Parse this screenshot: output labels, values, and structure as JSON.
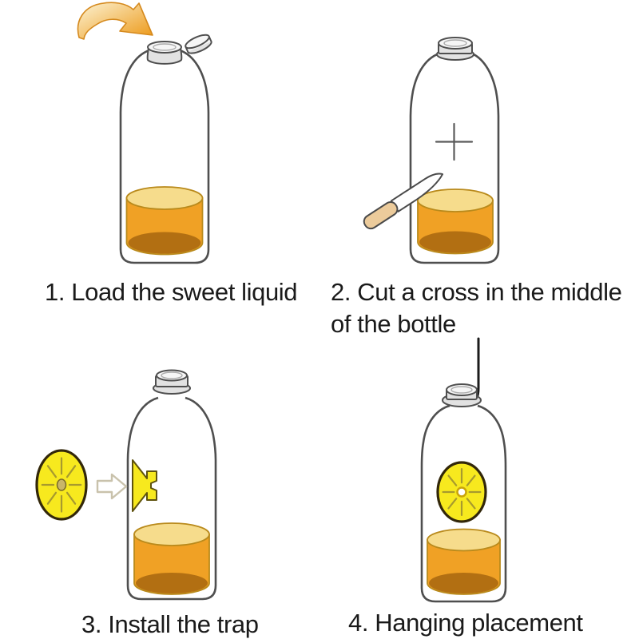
{
  "page": {
    "background": "#FFFFFF"
  },
  "colors": {
    "background": "#FFFFFF",
    "text": "#1A1A1A",
    "bottle-stroke": "#4F4F4F",
    "cap-fill": "#F6F6F6",
    "cap-shade": "#E2E2E2",
    "liquid-top": "#F6DC8C",
    "liquid-body": "#F0A125",
    "liquid-bottom": "#B26F12",
    "liquid-stroke": "#B98A1C",
    "arrow-tail": "#FCF3D4",
    "arrow-head": "#EC9715",
    "arrow-stroke": "#D5891D",
    "trap-fill": "#F7E91E",
    "trap-stroke": "#32270A",
    "trap-rays": "#A79A2E",
    "trap-hub": "#C9B568",
    "knife-blade": "#FEFEFE",
    "knife-handle": "#ECCB9B",
    "knife-stroke": "#4A4A4A",
    "cross-stroke": "#5A5A5A",
    "white-arrow-stroke": "#C9C2AC",
    "string": "#1C1C1C"
  },
  "steps": [
    {
      "number": "1",
      "caption_lines": [
        "1. Load the sweet liquid"
      ],
      "icons": [
        "pour-arrow-icon",
        "open-bottle-mouth-icon",
        "floating-cap-icon",
        "bottle-icon",
        "sweet-liquid-icon"
      ]
    },
    {
      "number": "2",
      "caption_lines": [
        "2. Cut a cross in the middle",
        "of the bottle"
      ],
      "icons": [
        "capped-bottle-icon",
        "cross-cut-mark-icon",
        "knife-icon",
        "sweet-liquid-icon"
      ]
    },
    {
      "number": "3",
      "caption_lines": [
        "3. Install the trap"
      ],
      "icons": [
        "trap-disc-icon",
        "insert-arrow-icon",
        "funnel-trap-icon",
        "capped-bottle-icon",
        "sweet-liquid-icon"
      ]
    },
    {
      "number": "4",
      "caption_lines": [
        "4. Hanging placement"
      ],
      "icons": [
        "hanging-string-icon",
        "capped-bottle-icon",
        "trap-disc-icon",
        "sweet-liquid-icon"
      ]
    }
  ]
}
